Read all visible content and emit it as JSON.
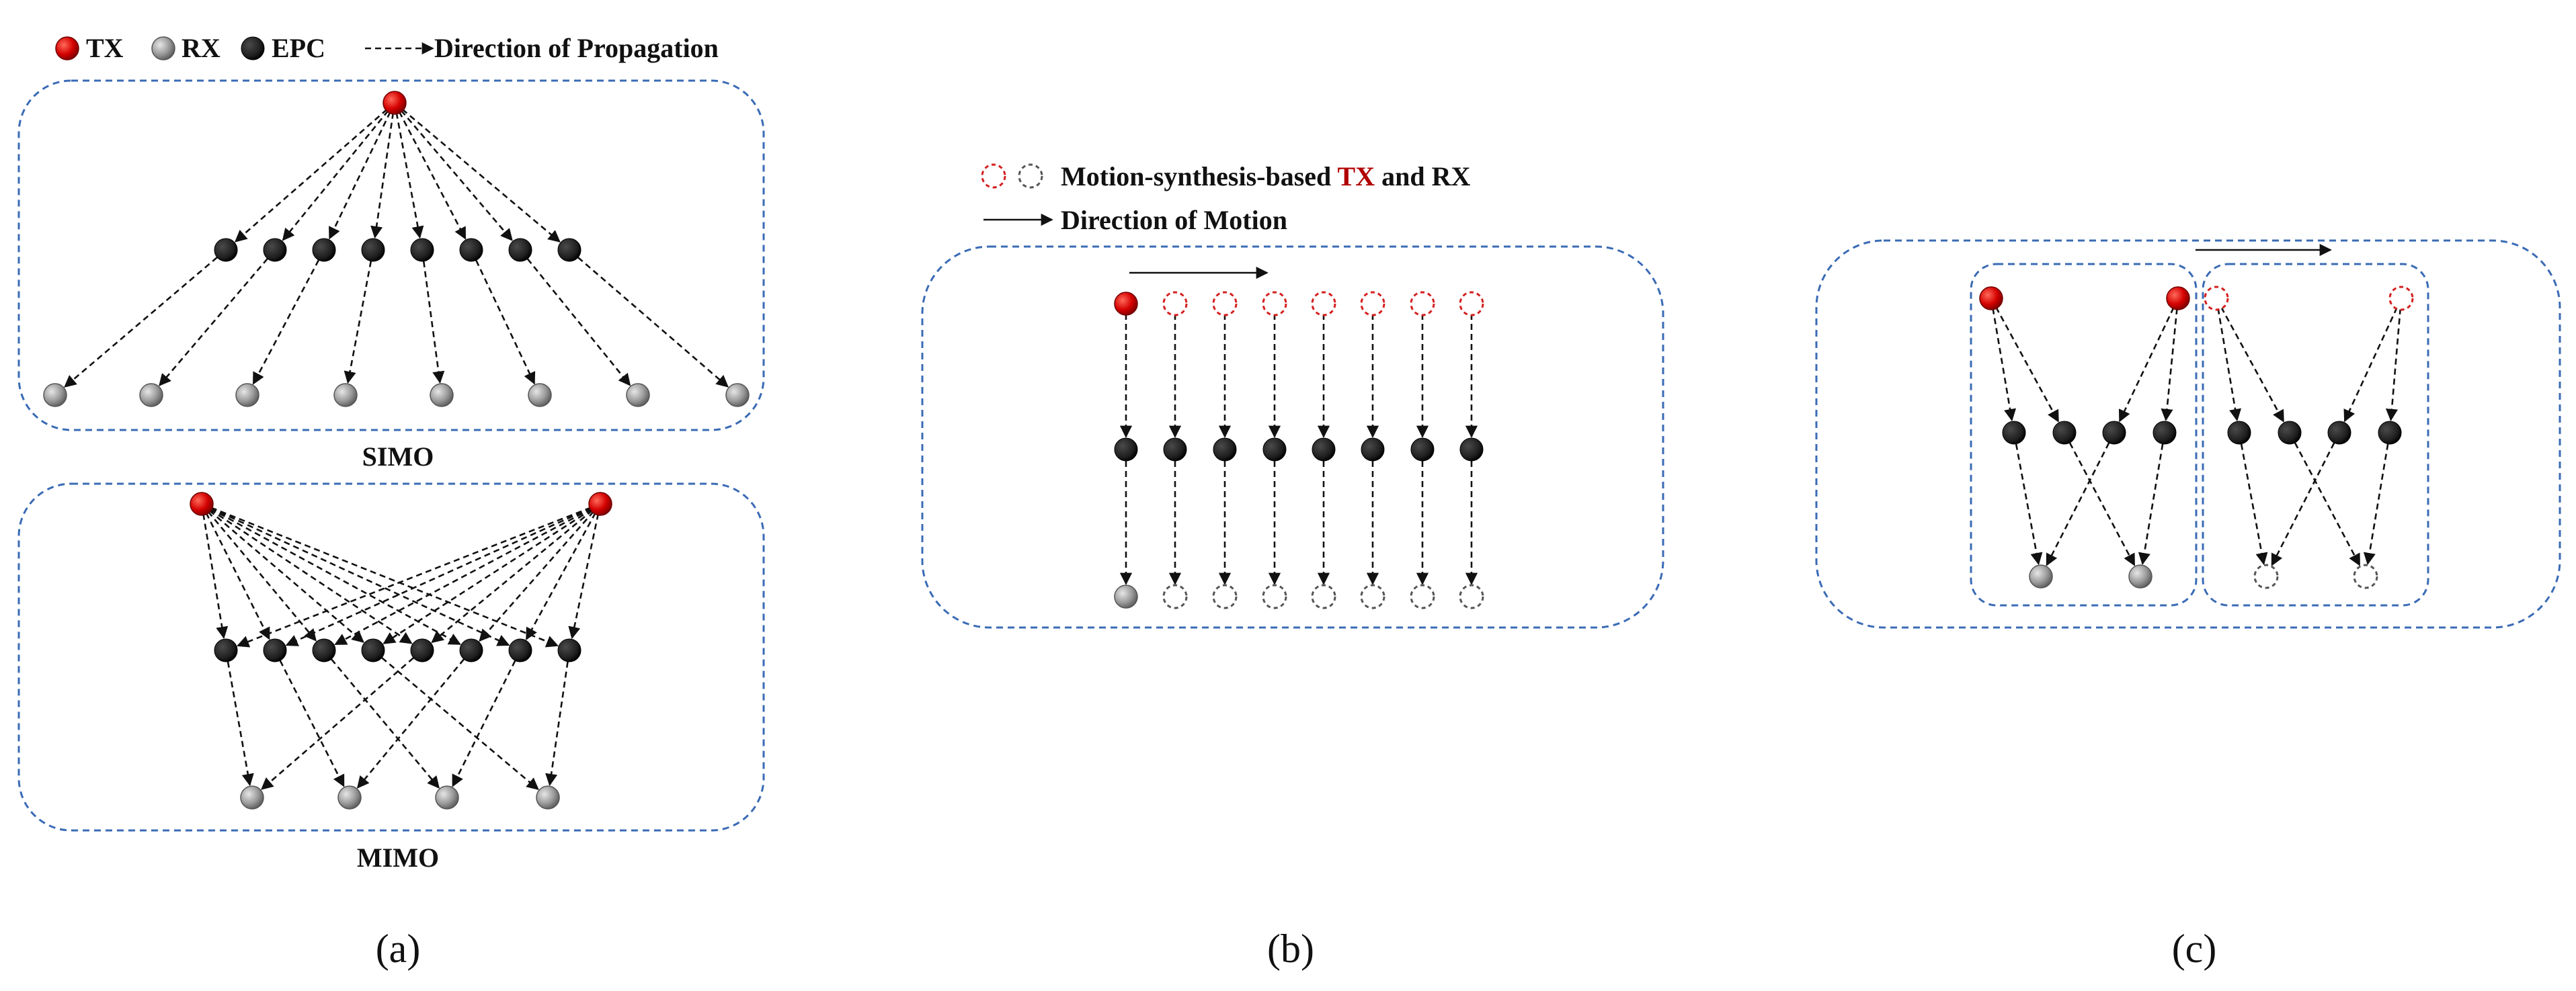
{
  "legend_a": {
    "tx": "TX",
    "rx": "RX",
    "epc": "EPC",
    "propagation": "Direction of Propagation"
  },
  "legend_b": {
    "synthesis_prefix": "Motion-synthesis-based ",
    "synthesis_tx": "TX",
    "synthesis_suffix": " and RX",
    "motion": "Direction of Motion"
  },
  "panels": {
    "simo_title": "SIMO",
    "mimo_title": "MIMO",
    "caption_a": "(a)",
    "caption_b": "(b)",
    "caption_c": "(c)"
  },
  "colors": {
    "tx": "#d40000",
    "rx": "#9a9a9a",
    "epc": "#1f1f1f",
    "virtual_tx": "#d42020",
    "virtual_rx": "#555555",
    "boundary": "#3a6bb5",
    "tx_text": "#b00000",
    "rx_text": "#888888"
  },
  "icons": {
    "tx": "red-filled-circle-icon",
    "rx": "gray-filled-circle-icon",
    "epc": "black-filled-circle-icon",
    "virtual_tx": "red-dashed-circle-icon",
    "virtual_rx": "black-dashed-circle-icon",
    "propagation": "dashed-arrow-icon",
    "motion": "solid-arrow-icon"
  }
}
